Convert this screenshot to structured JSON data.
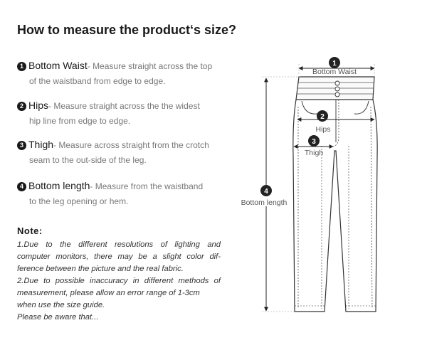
{
  "title": "How to measure the product‘s size?",
  "items": [
    {
      "num": "1",
      "name": "Bottom Waist",
      "desc1": "- Measure straight across the top",
      "desc2": "of the waistband from edge to edge."
    },
    {
      "num": "2",
      "name": "Hips",
      "desc1": "- Measure straight across the the widest",
      "desc2": "hip line from edge to edge."
    },
    {
      "num": "3",
      "name": "Thigh",
      "desc1": "- Measure across straight from the crotch",
      "desc2": "seam to the out-side of the leg."
    },
    {
      "num": "4",
      "name": "Bottom length",
      "desc1": "- Measure from the waistband",
      "desc2": "to the leg opening or hem."
    }
  ],
  "note": {
    "title": "Note:",
    "lines": [
      "1.Due to the different resolutions of lighting and",
      "computer monitors, there may be a slight color dif-",
      "ference between the picture and the real fabric.",
      "2.Due to possible inaccuracy in different methods of",
      "measurement, please allow an error range of 1-3cm",
      "when use the size guide.",
      "Please be aware that..."
    ]
  },
  "diagram": {
    "badges": [
      "1",
      "2",
      "3",
      "4"
    ],
    "labels": {
      "waist": "Bottom Waist",
      "hips": "Hips",
      "thigh": "Thigh",
      "length": "Bottom length"
    }
  }
}
